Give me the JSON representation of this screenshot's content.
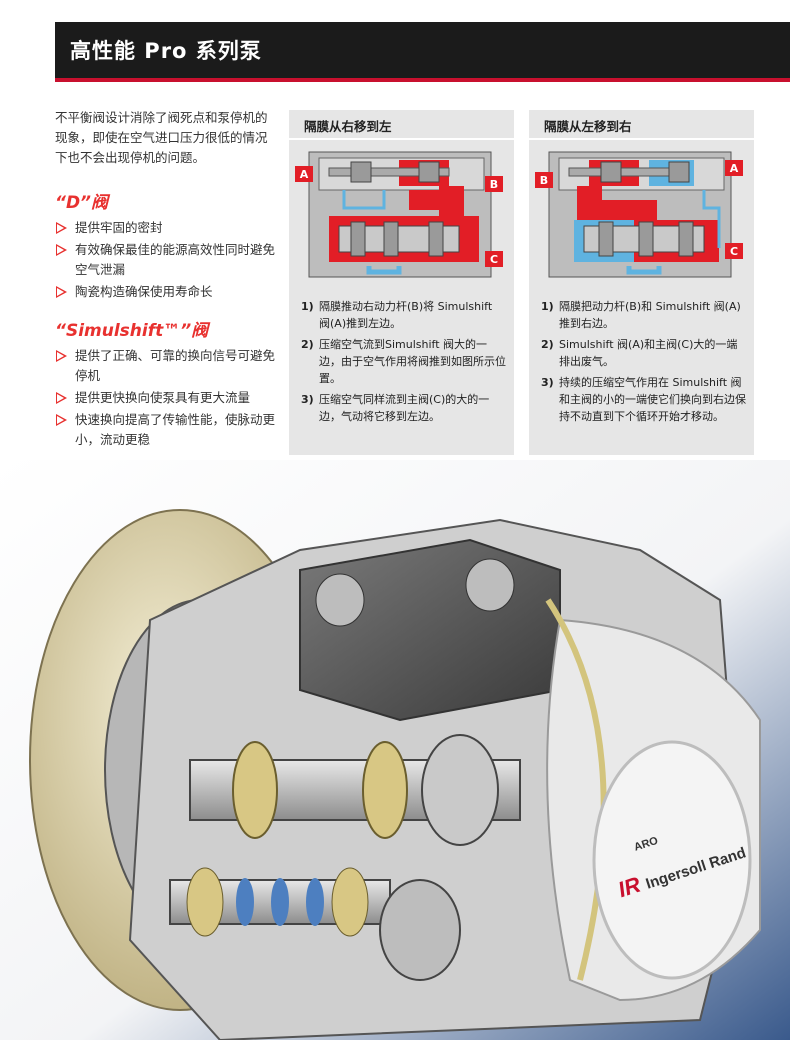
{
  "header": {
    "title": "高性能 Pro 系列泵"
  },
  "intro": "不平衡阀设计消除了阀死点和泵停机的现象，即使在空气进口压力很低的情况下也不会出现停机的问题。",
  "d_valve": {
    "title": "“D”阀",
    "bullets": [
      "提供牢固的密封",
      "有效确保最佳的能源高效性同时避免空气泄漏",
      "陶瓷构造确保使用寿命长"
    ]
  },
  "simulshift": {
    "title": "“Simulshift™”阀",
    "bullets": [
      "提供了正确、可靠的换向信号可避免停机",
      "提供更快换向使泵具有更大流量",
      "快速换向提高了传输性能，使脉动更小，流动更稳"
    ]
  },
  "panel_left": {
    "title": "隔膜从右移到左",
    "labels": {
      "a": "A",
      "b": "B",
      "c": "C"
    },
    "steps": [
      {
        "num": "1)",
        "text": "隔膜推动右动力杆(B)将 Simulshift 阀(A)推到左边。"
      },
      {
        "num": "2)",
        "text": "压缩空气流到Simulshift 阀大的一边，由于空气作用将阀推到如图所示位置。"
      },
      {
        "num": "3)",
        "text": "压缩空气同样流到主阀(C)的大的一边，气动将它移到左边。"
      }
    ]
  },
  "panel_right": {
    "title": "隔膜从左移到右",
    "labels": {
      "a": "A",
      "b": "B",
      "c": "C"
    },
    "steps": [
      {
        "num": "1)",
        "text": "隔膜把动力杆(B)和 Simulshift 阀(A)推到右边。"
      },
      {
        "num": "2)",
        "text": "Simulshift 阀(A)和主阀(C)大的一端排出废气。"
      },
      {
        "num": "3)",
        "text": "持续的压缩空气作用在 Simulshift 阀和主阀的小的一端使它们换向到右边保持不动直到下个循环开始才移动。"
      }
    ]
  },
  "logo": {
    "brand": "Ingersoll Rand",
    "sub": "ARO",
    "mark": "IR"
  },
  "colors": {
    "accent": "#e8312f",
    "header": "#1b1b1b",
    "panel": "#e6e6e6",
    "blue": "#5fb3e0"
  }
}
